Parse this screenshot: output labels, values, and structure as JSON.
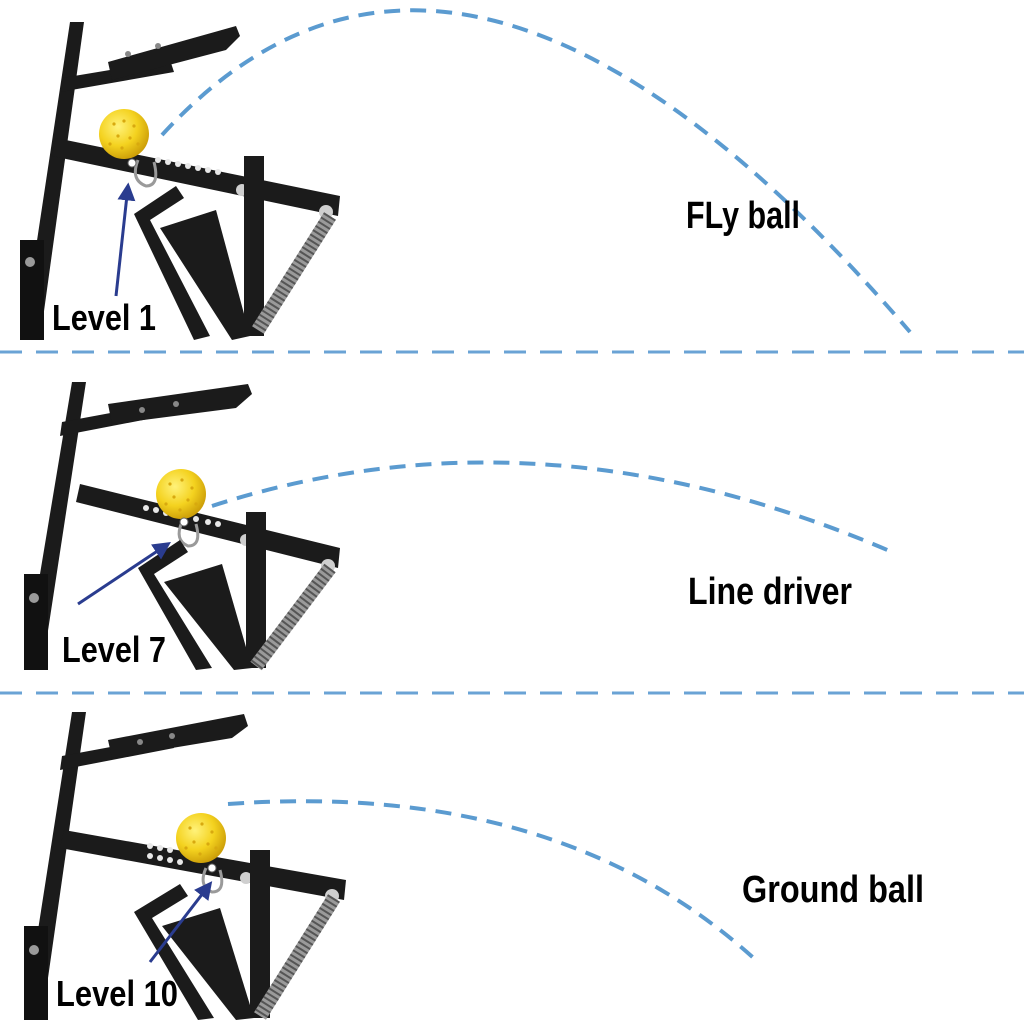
{
  "colors": {
    "background": "#ffffff",
    "trajectory": "#5b9bd0",
    "divider": "#6aa3d5",
    "arrow": "#2a3c8f",
    "frame": "#1b1b1b",
    "ball": "#f4d21f",
    "ball_dimples": "#d8a90f"
  },
  "panels": [
    {
      "level_label": "Level 1",
      "shot_label": "FLy ball"
    },
    {
      "level_label": "Level 7",
      "shot_label": "Line driver"
    },
    {
      "level_label": "Level 10",
      "shot_label": "Ground ball"
    }
  ],
  "icons": [
    "pitching-machine-icon",
    "softball-icon",
    "pin-arrow-icon"
  ]
}
